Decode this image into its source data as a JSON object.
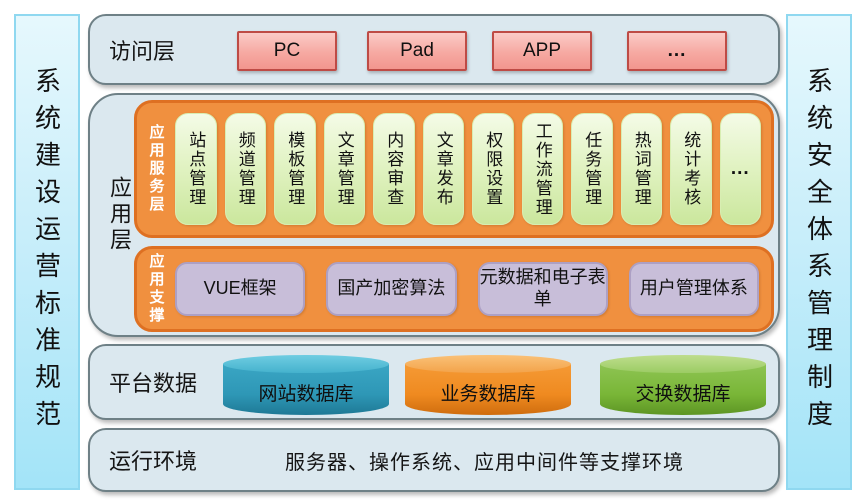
{
  "pillars": {
    "left": "系统建设运营标准规范",
    "right": "系统安全体系管理制度"
  },
  "access_layer": {
    "label": "访问层",
    "items": [
      "PC",
      "Pad",
      "APP",
      "..."
    ]
  },
  "application_layer": {
    "label": "应用层",
    "service": {
      "label": "应用服务层",
      "items": [
        "站点管理",
        "频道管理",
        "模板管理",
        "文章管理",
        "内容审查",
        "文章发布",
        "权限设置",
        "工作流管理",
        "任务管理",
        "热词管理",
        "统计考核",
        "..."
      ]
    },
    "support": {
      "label": "应用支撑",
      "items": [
        "VUE框架",
        "国产加密算法",
        "元数据和电子表单",
        "用户管理体系"
      ]
    }
  },
  "data_layer": {
    "label": "平台数据",
    "databases": [
      {
        "name": "网站数据库",
        "color": "#2e97b6",
        "top_color": "#45b2cd"
      },
      {
        "name": "业务数据库",
        "color": "#ef8a20",
        "top_color": "#f3a34a"
      },
      {
        "name": "交换数据库",
        "color": "#79b637",
        "top_color": "#9ccc64"
      }
    ]
  },
  "runtime_layer": {
    "label": "运行环境",
    "description": "服务器、操作系统、应用中间件等支撑环境"
  },
  "colors": {
    "layer_background": "#dbe8ef",
    "layer_border": "#6e8086",
    "pillar_background": "#a3e4f8",
    "pillar_border": "#8fd8f0",
    "device_button_fill": "#f6a9a2",
    "device_button_border": "#be4b45",
    "orange_group_fill": "#f0903f",
    "orange_group_border": "#de7022",
    "service_item_fill": "#cbe79d",
    "support_item_fill": "#c8bed9",
    "support_item_border": "#ada0c4"
  }
}
